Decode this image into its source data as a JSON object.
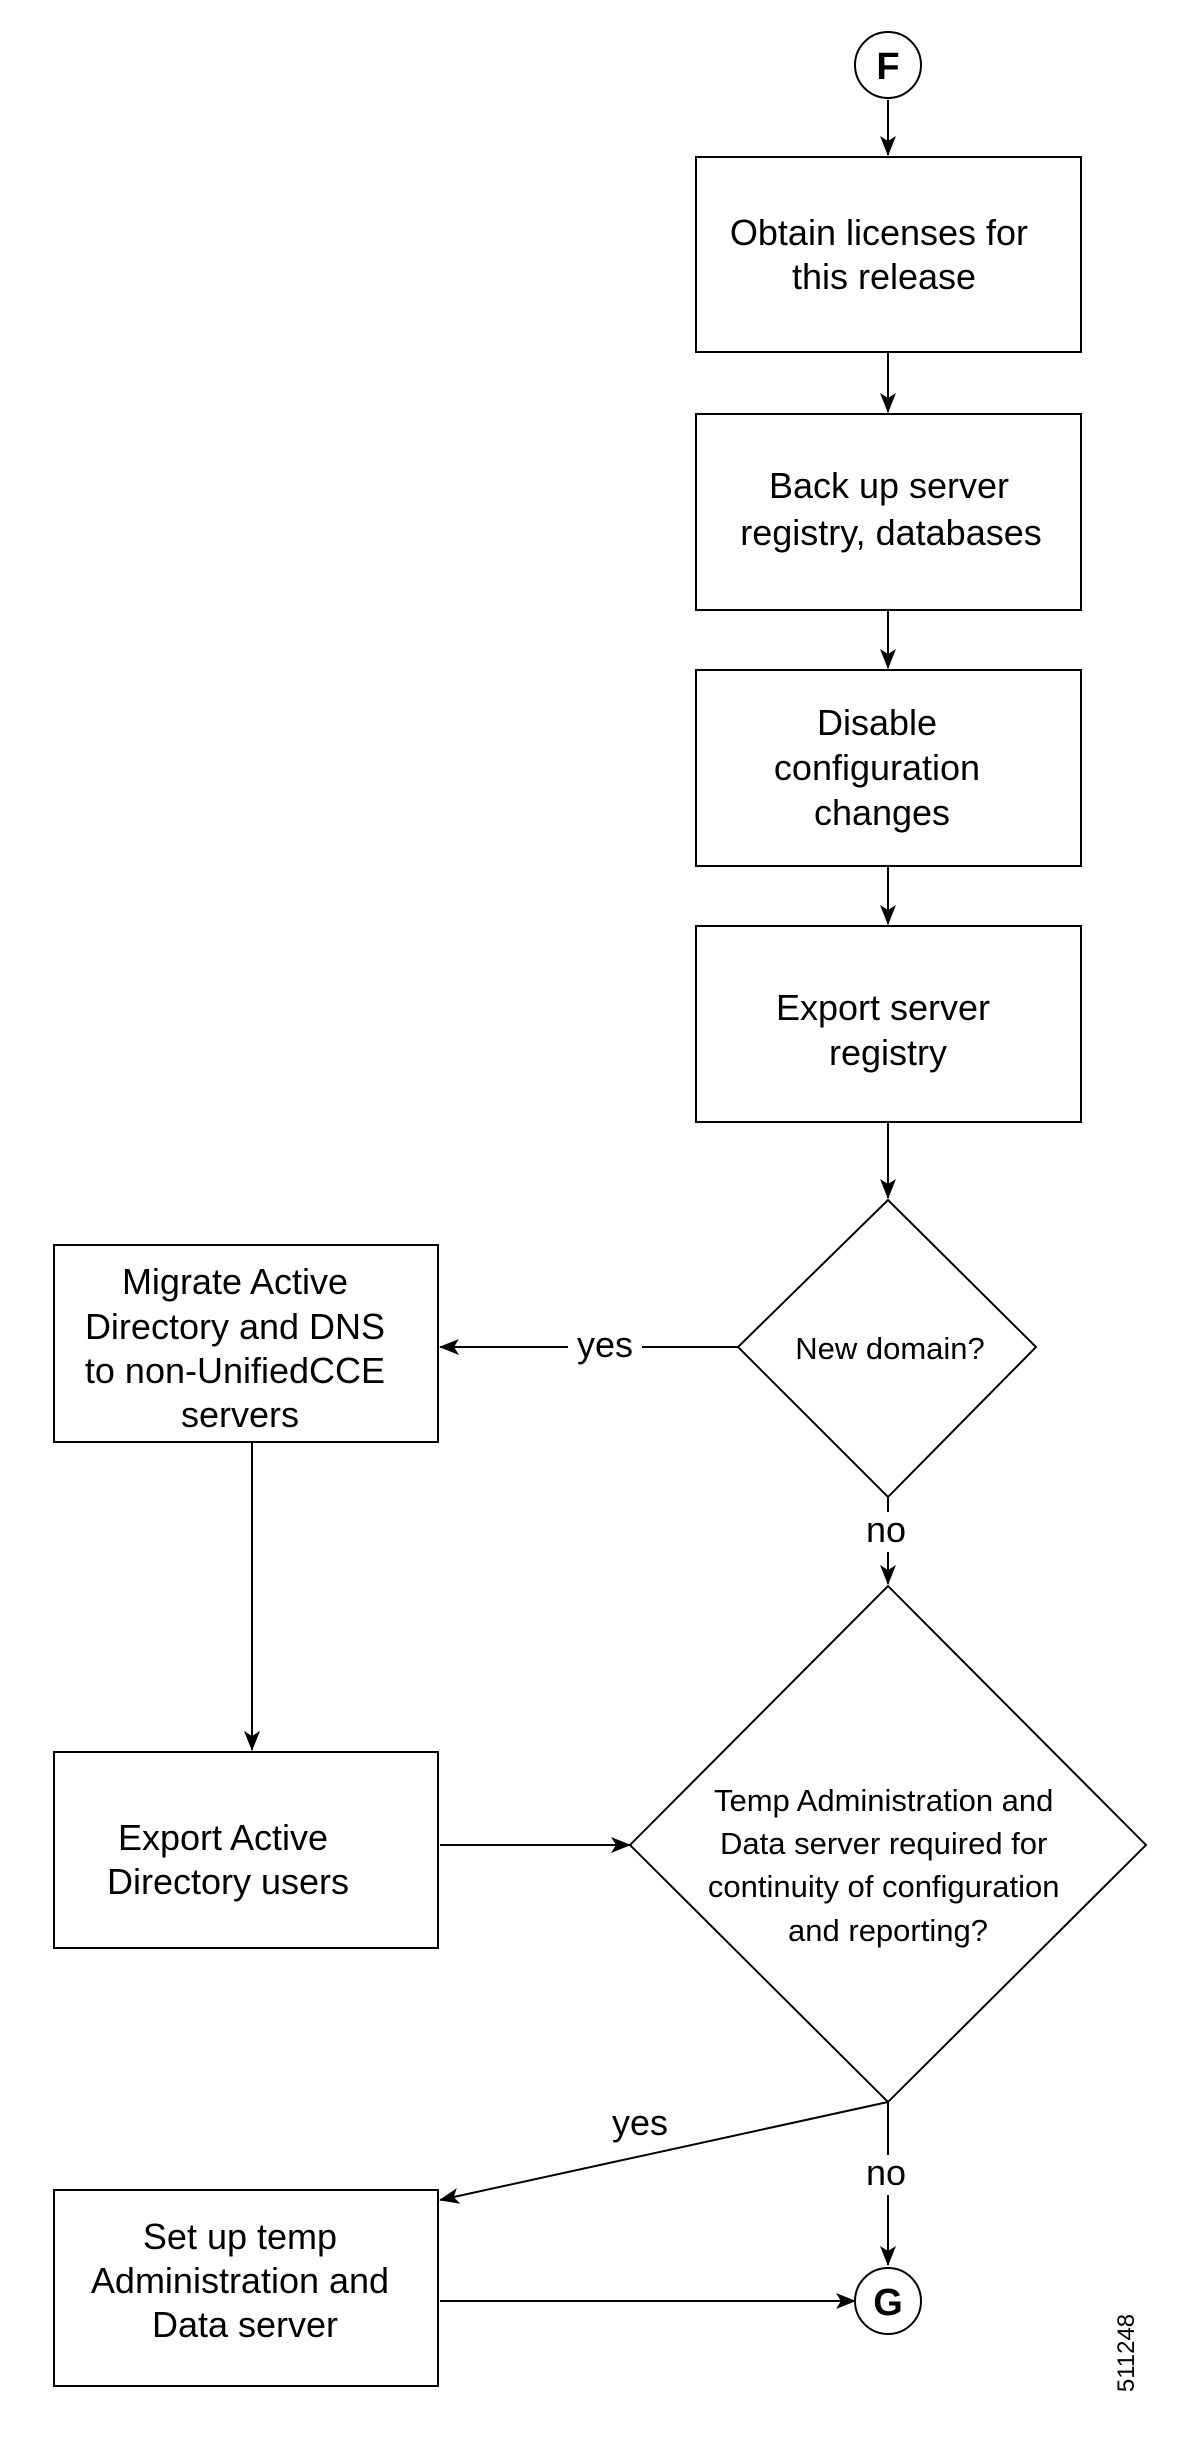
{
  "connectors": {
    "start": "F",
    "end": "G"
  },
  "steps": {
    "obtain_licenses": [
      "Obtain licenses for",
      "this release"
    ],
    "backup": [
      "Back up server",
      "registry, databases"
    ],
    "disable_config": [
      "Disable",
      "configuration",
      "changes"
    ],
    "export_registry": [
      "Export server",
      "registry"
    ],
    "migrate_ad": [
      "Migrate Active",
      "Directory and DNS",
      "to non-UnifiedCCE",
      "servers"
    ],
    "export_ad_users": [
      "Export Active",
      "Directory users"
    ],
    "setup_temp": [
      "Set up temp",
      "Administration and",
      "Data server"
    ]
  },
  "decisions": {
    "new_domain": [
      "New domain?"
    ],
    "temp_admin": [
      "Temp Administration and",
      "Data server required for",
      "continuity of configuration",
      "and reporting?"
    ]
  },
  "edge_labels": {
    "new_domain_yes": "yes",
    "new_domain_no": "no",
    "temp_yes": "yes",
    "temp_no": "no"
  },
  "figure_id": "511248",
  "colors": {
    "stroke": "#000000",
    "fill": "#ffffff"
  }
}
